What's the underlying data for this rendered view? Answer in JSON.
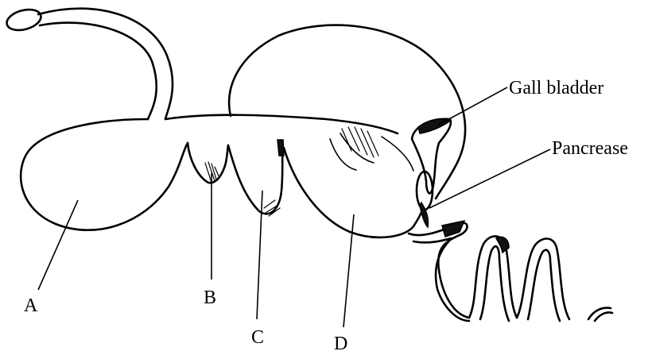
{
  "labels": {
    "a": "A",
    "b": "B",
    "c": "C",
    "d": "D",
    "gall_bladder": "Gall bladder",
    "pancreas": "Pancrease"
  }
}
